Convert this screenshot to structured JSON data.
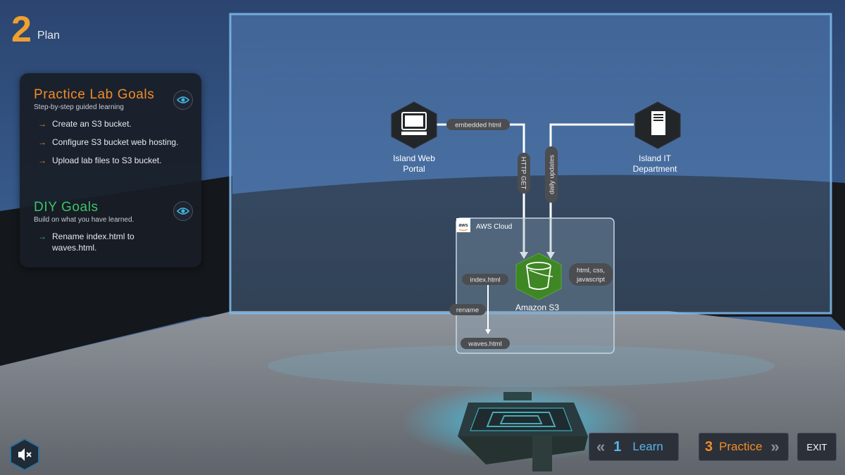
{
  "step": {
    "number": "2",
    "title": "Plan"
  },
  "goals": {
    "practice": {
      "title": "Practice Lab Goals",
      "subtitle": "Step-by-step guided learning",
      "items": [
        "Create an S3 bucket.",
        "Configure S3 bucket web hosting.",
        "Upload lab files to S3 bucket."
      ]
    },
    "diy": {
      "title": "DIY Goals",
      "subtitle": "Build on what you have learned.",
      "items": [
        "Rename index.html to waves.html."
      ]
    }
  },
  "diagram": {
    "portal": {
      "line1": "Island Web",
      "line2": "Portal"
    },
    "it": {
      "line1": "Island IT",
      "line2": "Department"
    },
    "embedded": "embedded html",
    "http_get": "HTTP GET",
    "daily_updates": "daily updates",
    "aws_badge": "aws",
    "cloud_label": "AWS Cloud",
    "index": "index.html",
    "rename": "rename",
    "waves": "waves.html",
    "s3": "Amazon S3",
    "files_line1": "html, css,",
    "files_line2": "javascript"
  },
  "nav": {
    "learn_num": "1",
    "learn_label": "Learn",
    "practice_num": "3",
    "practice_label": "Practice",
    "exit_label": "EXIT",
    "back_chevrons": "«",
    "fwd_chevrons": "»"
  },
  "icons": {
    "mute": "speaker-muted-icon",
    "eye": "eye-icon",
    "computer": "computer-icon",
    "server": "server-icon",
    "bucket": "bucket-icon"
  },
  "colors": {
    "accent_orange": "#f28c28",
    "accent_green": "#3cc36a",
    "s3_green": "#3f8624",
    "learn_blue": "#5ab4e6"
  }
}
